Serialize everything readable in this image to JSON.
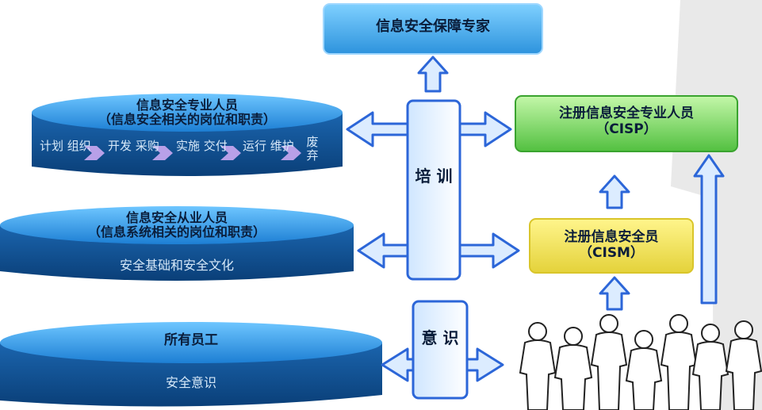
{
  "expert": {
    "label": "信息安全保障专家"
  },
  "cisp": {
    "title": "注册信息安全专业人员",
    "abbr": "（CISP）"
  },
  "cism": {
    "title": "注册信息安全员",
    "abbr": "（CISM）"
  },
  "tier_specialists": {
    "title": "信息安全专业人员",
    "subtitle": "（信息安全相关的岗位和职责）",
    "lifecycle": [
      "计划 组织",
      "开发 采购",
      "实施 交付",
      "运行 维护",
      "废 弃"
    ]
  },
  "tier_practitioners": {
    "title": "信息安全从业人员",
    "subtitle": "（信息系统相关的岗位和职责）",
    "content": "安全基础和安全文化"
  },
  "tier_all_staff": {
    "title": "所有员工",
    "content": "安全意识"
  },
  "pillars": {
    "training": "培 训",
    "awareness": "意 识"
  },
  "colors": {
    "disc_top": "#6ec6ff",
    "disc_body": "#0a3f78",
    "arrow_stroke": "#2c66d8",
    "expert_box": "#2d93dd",
    "cisp_box": "#52c040",
    "cism_box": "#e4d23a"
  }
}
